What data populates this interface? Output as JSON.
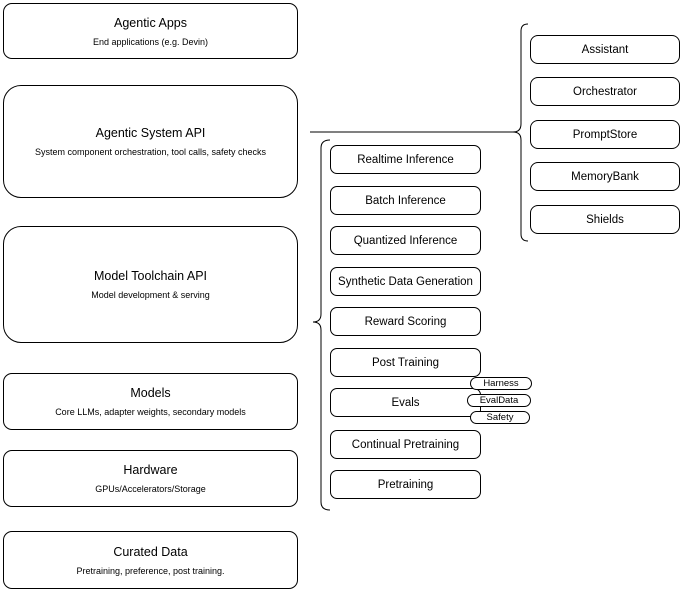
{
  "diagram": {
    "colors": {
      "stroke": "#000000",
      "background": "#ffffff",
      "text": "#000000"
    },
    "stack": [
      {
        "title": "Agentic Apps",
        "subtitle": "End applications (e.g. Devin)"
      },
      {
        "title": "Agentic System API",
        "subtitle": "System component orchestration, tool calls, safety checks"
      },
      {
        "title": "Model Toolchain API",
        "subtitle": "Model development & serving"
      },
      {
        "title": "Models",
        "subtitle": "Core LLMs, adapter weights, secondary models"
      },
      {
        "title": "Hardware",
        "subtitle": "GPUs/Accelerators/Storage"
      },
      {
        "title": "Curated Data",
        "subtitle": "Pretraining, preference, post training."
      }
    ],
    "toolchain": {
      "items": [
        {
          "label": "Realtime Inference"
        },
        {
          "label": "Batch Inference"
        },
        {
          "label": "Quantized Inference"
        },
        {
          "label": "Synthetic Data Generation"
        },
        {
          "label": "Reward Scoring"
        },
        {
          "label": "Post Training"
        },
        {
          "label": "Evals"
        },
        {
          "label": "Continual Pretraining"
        },
        {
          "label": "Pretraining"
        }
      ]
    },
    "evals_tags": [
      {
        "label": "Harness"
      },
      {
        "label": "EvalData"
      },
      {
        "label": "Safety"
      }
    ],
    "components": [
      {
        "label": "Assistant"
      },
      {
        "label": "Orchestrator"
      },
      {
        "label": "PromptStore"
      },
      {
        "label": "MemoryBank"
      },
      {
        "label": "Shields"
      }
    ]
  }
}
